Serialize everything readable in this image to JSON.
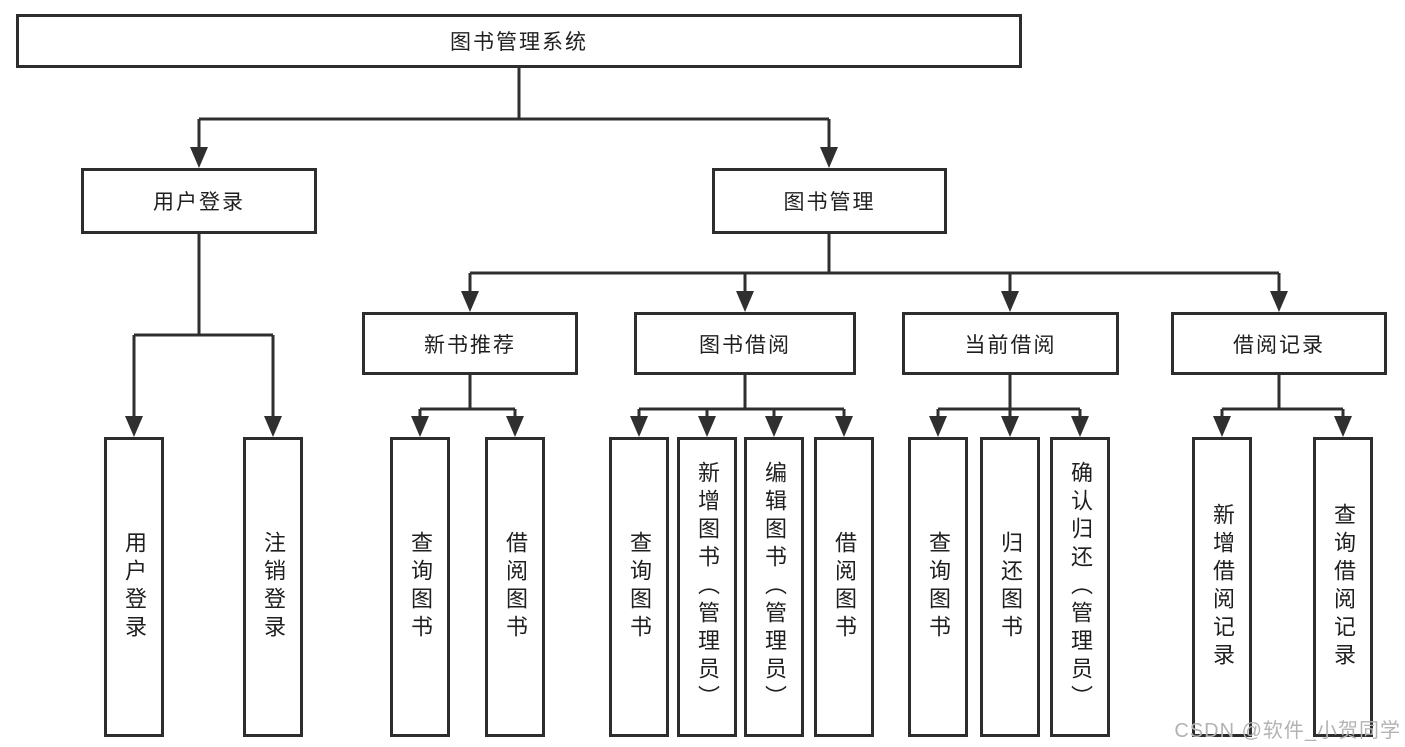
{
  "diagram": {
    "root": "图书管理系统",
    "level2": {
      "user_login": "用户登录",
      "book_mgmt": "图书管理"
    },
    "level3": {
      "new_books": "新书推荐",
      "borrowing": "图书借阅",
      "current": "当前借阅",
      "records": "借阅记录"
    },
    "leaves": {
      "user_login_1": "用户登录",
      "user_login_2": "注销登录",
      "new_books_1": "查询图书",
      "new_books_2": "借阅图书",
      "borrowing_1": "查询图书",
      "borrowing_2": "新增图书（管理员）",
      "borrowing_3": "编辑图书（管理员）",
      "borrowing_4": "借阅图书",
      "current_1": "查询图书",
      "current_2": "归还图书",
      "current_3": "确认归还（管理员）",
      "records_1": "新增借阅记录",
      "records_2": "查询借阅记录"
    },
    "watermark": "CSDN @软件_小贺同学"
  },
  "colors": {
    "line": "#2f2f2f",
    "border": "#2d2d2d",
    "text": "#1f1f1f",
    "watermark_text": "#b3b3b3",
    "background": "#ffffff"
  }
}
